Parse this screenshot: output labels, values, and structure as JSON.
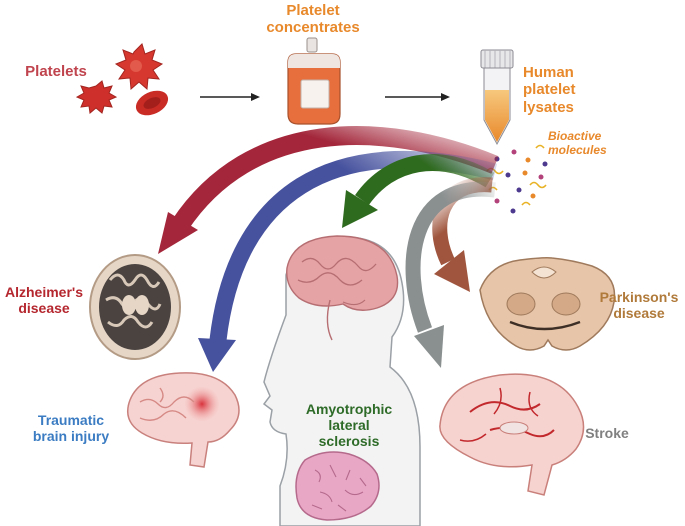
{
  "labels": {
    "platelets": "Platelets",
    "platelet_concentrates": [
      "Platelet",
      "concentrates"
    ],
    "human_platelet_lysates": [
      "Human",
      "platelet",
      "lysates"
    ],
    "bioactive_molecules": [
      "Bioactive",
      "molecules"
    ],
    "alzheimers": [
      "Alzheimer's",
      "disease"
    ],
    "tbi": [
      "Traumatic",
      "brain injury"
    ],
    "als": [
      "Amyotrophic",
      "lateral",
      "sclerosis"
    ],
    "parkinsons": [
      "Parkinson's",
      "disease"
    ],
    "stroke": "Stroke"
  },
  "colors": {
    "platelets": "#c0444e",
    "concentrates": "#e8892c",
    "lysates": "#e8892c",
    "bioactive": "#e8892c",
    "alzheimers": "#b5272f",
    "tbi": "#3b7cc2",
    "als": "#2e6b28",
    "parkinsons": "#b07a3a",
    "stroke": "#808080",
    "arrow_red": "#a3263a",
    "arrow_blue": "#46529e",
    "arrow_green": "#2f6b1f",
    "arrow_brown": "#a0563e",
    "arrow_gray": "#8a8f8f"
  },
  "icons": [
    "platelet-icon",
    "red-blood-cell-icon",
    "blood-bag-icon",
    "lysate-tube-icon",
    "brain-mri-icon",
    "brain-tbi-icon",
    "human-head-icon",
    "spinal-tissue-icon",
    "midbrain-section-icon",
    "stroke-brain-icon"
  ]
}
